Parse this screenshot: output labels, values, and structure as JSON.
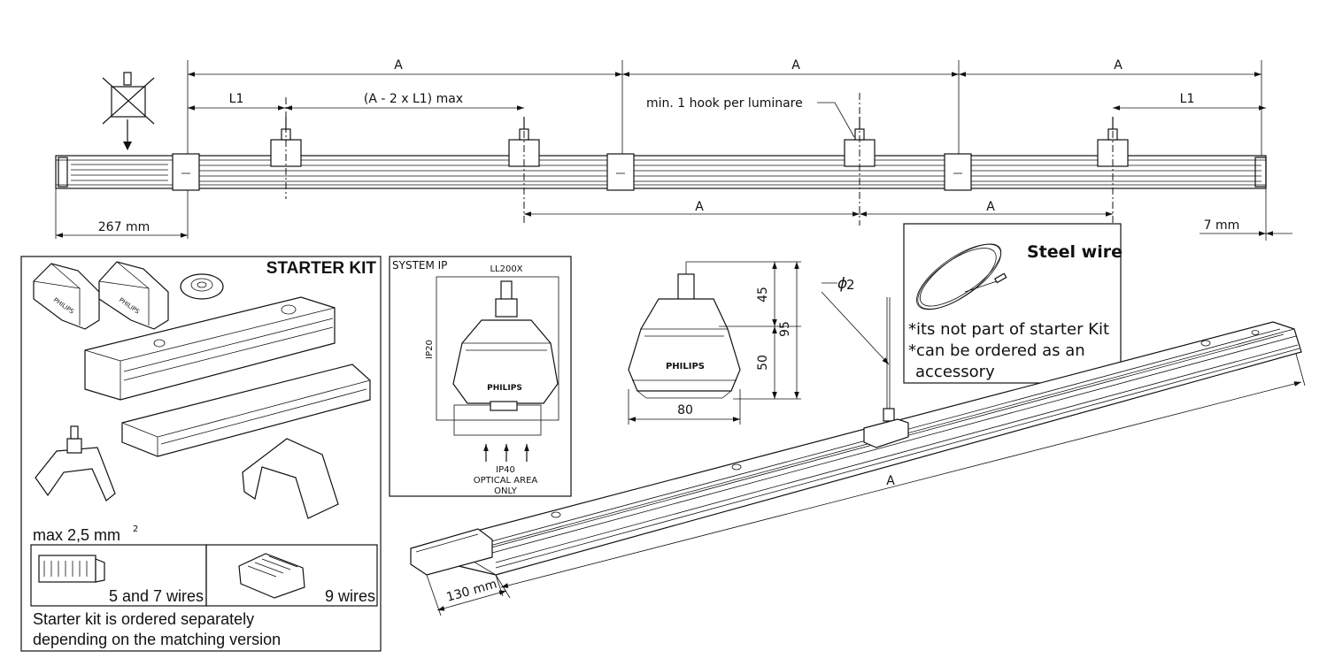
{
  "top_view": {
    "dim_a": "A",
    "dim_l1": "L1",
    "dim_span": "(A - 2 x L1) max",
    "hook_note": "min. 1 hook per luminare",
    "dim_267": "267 mm",
    "dim_7": "7 mm"
  },
  "starter_kit": {
    "title": "STARTER KIT",
    "cable_section": "max 2,5 mm",
    "cable_section_sup": "2",
    "connector_5_7": "5 and 7 wires",
    "connector_9": "9 wires",
    "note_line1": "Starter kit is ordered separately",
    "note_line2": "depending on the matching version"
  },
  "system_ip": {
    "title": "SYSTEM IP",
    "model": "LL200X",
    "ip20": "IP20",
    "ip40": "IP40",
    "optical_area": "OPTICAL AREA",
    "only": "ONLY",
    "brand": "PHILIPS"
  },
  "profile": {
    "brand": "PHILIPS",
    "dim_45": "45",
    "dim_50": "50",
    "dim_95": "95",
    "dim_80": "80",
    "wire_diameter": "2",
    "diameter_symbol": "ϕ"
  },
  "steel_wire": {
    "title": "Steel wire",
    "note1": "*its not part of starter Kit",
    "note2": "*can be ordered as an",
    "note3": "accessory"
  },
  "iso_view": {
    "dim_a": "A",
    "dim_130": "130 mm"
  }
}
